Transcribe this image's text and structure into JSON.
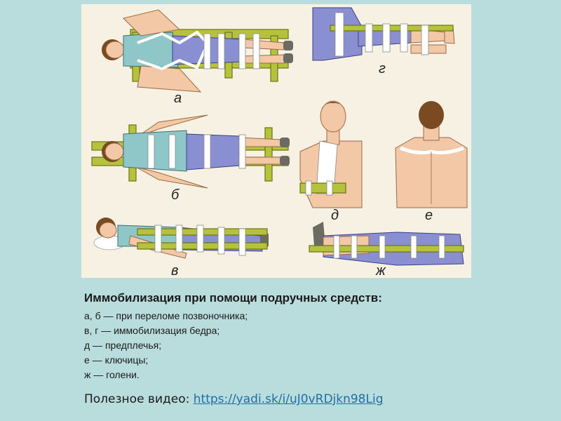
{
  "figure": {
    "labels": {
      "a": "а",
      "b": "б",
      "v": "в",
      "g": "г",
      "d": "д",
      "e": "е",
      "zh": "ж"
    }
  },
  "caption": {
    "title": "Иммобилизация при помощи подручных средств:",
    "lines": [
      "а, б — при переломе позвоночника;",
      "в, г — иммобилизация бедра;",
      "д — предплечья;",
      "е — ключицы;",
      "ж — голени."
    ]
  },
  "video": {
    "label": "Полезное видео:",
    "link": "https://yadi.sk/i/uJ0vRDjkn98Lig"
  },
  "colors": {
    "background": "#b9dcdd",
    "figure_background": "#f7f1e3",
    "splint": "#b7c23c",
    "shirt": "#8fc7c8",
    "trousers": "#8a8fd1",
    "skin": "#f2c8a6",
    "bandage": "#ffffff",
    "link": "#1d6fa5"
  }
}
